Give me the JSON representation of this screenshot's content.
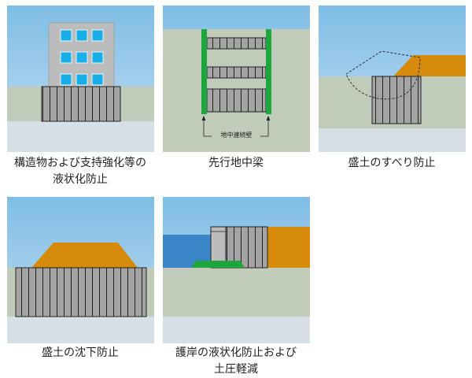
{
  "panels": [
    {
      "caption_line1": "構造物および支持強化等の",
      "caption_line2": "液状化防止"
    },
    {
      "caption_line1": "先行地中梁",
      "label": "地中連続壁"
    },
    {
      "caption_line1": "盛土のすべり防止"
    },
    {
      "caption_line1": "盛土の沈下防止"
    },
    {
      "caption_line1": "護岸の液状化防止および",
      "caption_line2": "土圧軽減"
    }
  ],
  "colors": {
    "sky_top": "#7fbde6",
    "sky_bottom": "#b9daf0",
    "ground": "#c1cbb9",
    "deep_ground": "#d6dfe5",
    "pile": "#a4a4a4",
    "fill": "#d68b0c",
    "wall": "#1ea53b",
    "water": "#3a86c8",
    "window": "#18aee8"
  }
}
